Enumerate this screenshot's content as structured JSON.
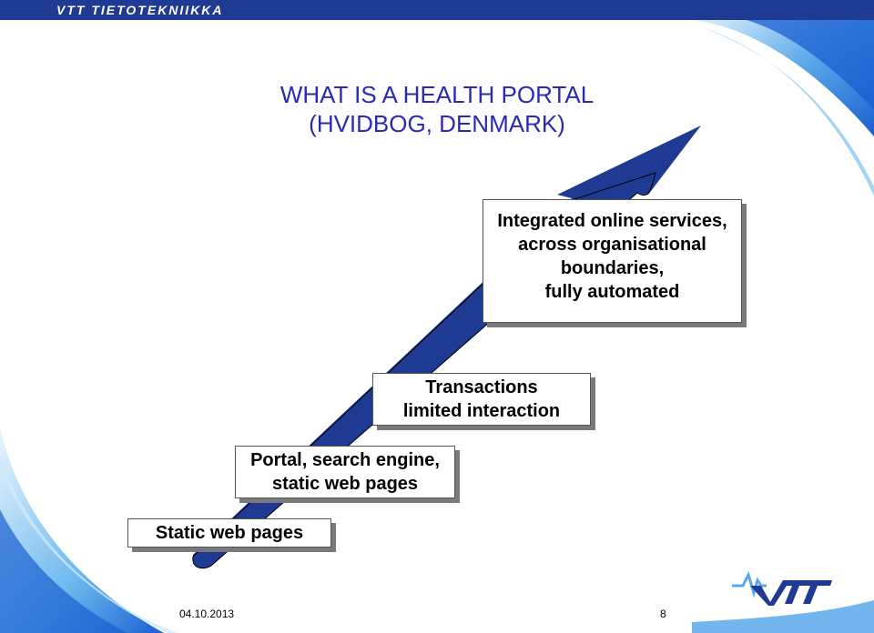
{
  "header": {
    "org": "VTT TIETOTEKNIIKKA"
  },
  "slide": {
    "title_line1": "WHAT IS A HEALTH PORTAL",
    "title_line2": "(HVIDBOG, DENMARK)"
  },
  "stages": [
    {
      "lines": [
        "Static web pages"
      ]
    },
    {
      "lines": [
        "Portal, search engine,",
        "static web pages"
      ]
    },
    {
      "lines": [
        "Transactions",
        "limited interaction"
      ]
    },
    {
      "lines": [
        "Integrated online services,",
        "across organisational",
        "boundaries,",
        "fully automated"
      ]
    }
  ],
  "footer": {
    "date": "04.10.2013",
    "page": "8"
  },
  "colors": {
    "header_bar": "#1f3a93",
    "title": "#2a2ab3",
    "arrow": "#1f3a93",
    "accent_light": "#9fd3f5"
  }
}
